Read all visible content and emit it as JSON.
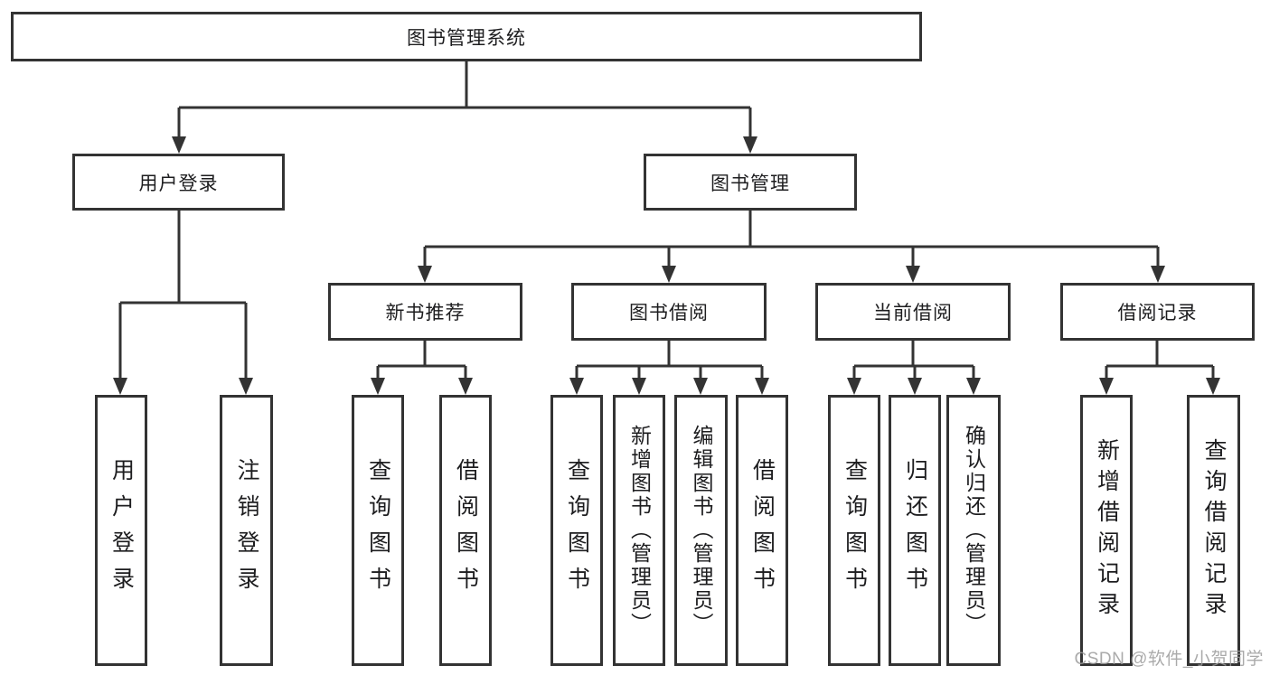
{
  "colors": {
    "line": "#333333",
    "box_border": "#333333",
    "text": "#1d1d1f",
    "background": "#ffffff",
    "watermark": "#9b9b9b"
  },
  "watermark": "CSDN @软件_小贺同学",
  "diagram": {
    "root": {
      "label": "图书管理系统"
    },
    "branches": [
      {
        "label": "用户登录",
        "children": [
          {
            "label": "用户登录"
          },
          {
            "label": "注销登录"
          }
        ]
      },
      {
        "label": "图书管理",
        "children": [
          {
            "label": "新书推荐",
            "children": [
              {
                "label": "查询图书"
              },
              {
                "label": "借阅图书"
              }
            ]
          },
          {
            "label": "图书借阅",
            "children": [
              {
                "label": "查询图书"
              },
              {
                "label": "新增图书（管理员）"
              },
              {
                "label": "编辑图书（管理员）"
              },
              {
                "label": "借阅图书"
              }
            ]
          },
          {
            "label": "当前借阅",
            "children": [
              {
                "label": "查询图书"
              },
              {
                "label": "归还图书"
              },
              {
                "label": "确认归还（管理员）"
              }
            ]
          },
          {
            "label": "借阅记录",
            "children": [
              {
                "label": "新增借阅记录"
              },
              {
                "label": "查询借阅记录"
              }
            ]
          }
        ]
      }
    ]
  }
}
